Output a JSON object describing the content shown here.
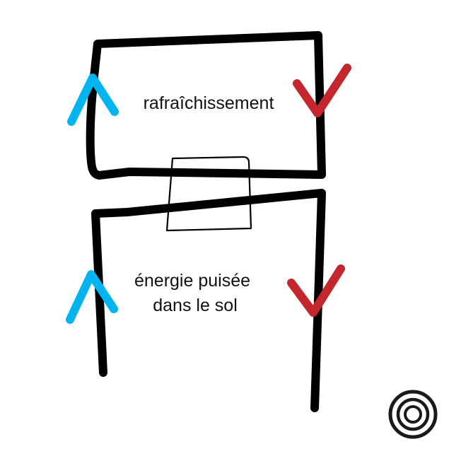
{
  "diagram": {
    "top_loop": {
      "label": "rafraîchissement"
    },
    "bottom_loop": {
      "label_line1": "énergie puisée",
      "label_line2": "dans le sol"
    }
  },
  "colors": {
    "background": "#ffffff",
    "pipe": "#000000",
    "arrow_up": "#00b4f0",
    "arrow_down": "#c4262e",
    "exchanger": "#000000",
    "logo": "#1a1a1a"
  },
  "icons": {
    "arrow_up": "chevron-up-icon",
    "arrow_down": "chevron-down-icon",
    "logo": "concentric-circles-logo-icon"
  }
}
